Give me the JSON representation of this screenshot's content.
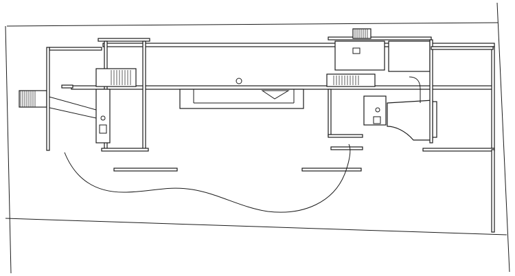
{
  "drawing": {
    "type": "architectural floor plan",
    "line_color": "#1a1a1a",
    "background": "#ffffff",
    "features": [
      "site-boundary-lines",
      "long-central-corridor",
      "west-pavilion",
      "east-pavilion",
      "central-pool",
      "free-form-garden-curve",
      "staircases",
      "toilet-fixtures"
    ]
  }
}
